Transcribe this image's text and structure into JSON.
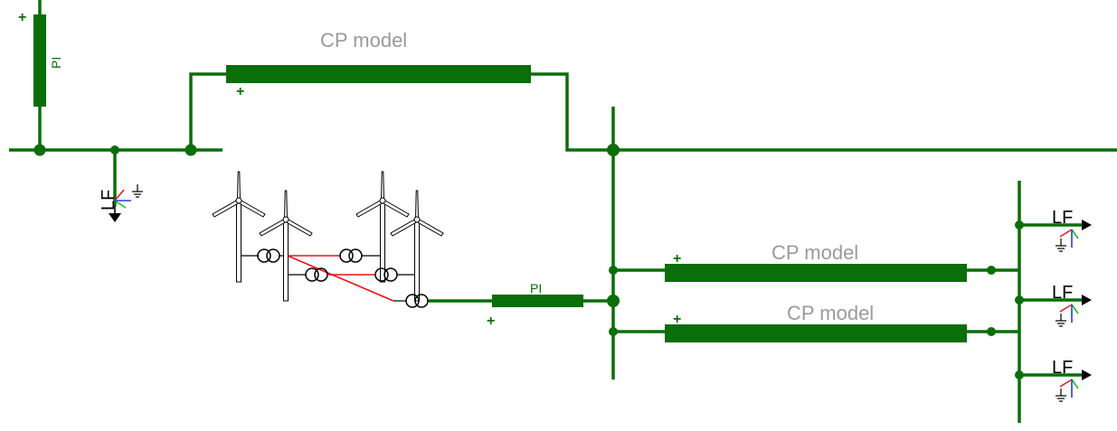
{
  "colors": {
    "wire": "#0a6e0a",
    "label_gray": "#9a9a9a",
    "collector": "#ee1111",
    "lf_phase_red": "#e02020",
    "lf_phase_green": "#20c020",
    "lf_phase_blue": "#2040e0"
  },
  "labels": {
    "cp_top": "CP model",
    "cp_mid": "CP model",
    "cp_bottom": "CP model",
    "pi_vertical": "PI",
    "pi_horizontal": "PI",
    "lf_left": "LF",
    "lf_right_1": "LF",
    "lf_right_2": "LF",
    "lf_right_3": "LF",
    "plus": "+"
  },
  "icons": {
    "turbine": "wind-turbine-icon",
    "transformer": "transformer-icon",
    "load_flow": "load-flow-source-icon",
    "ground": "ground-icon"
  }
}
